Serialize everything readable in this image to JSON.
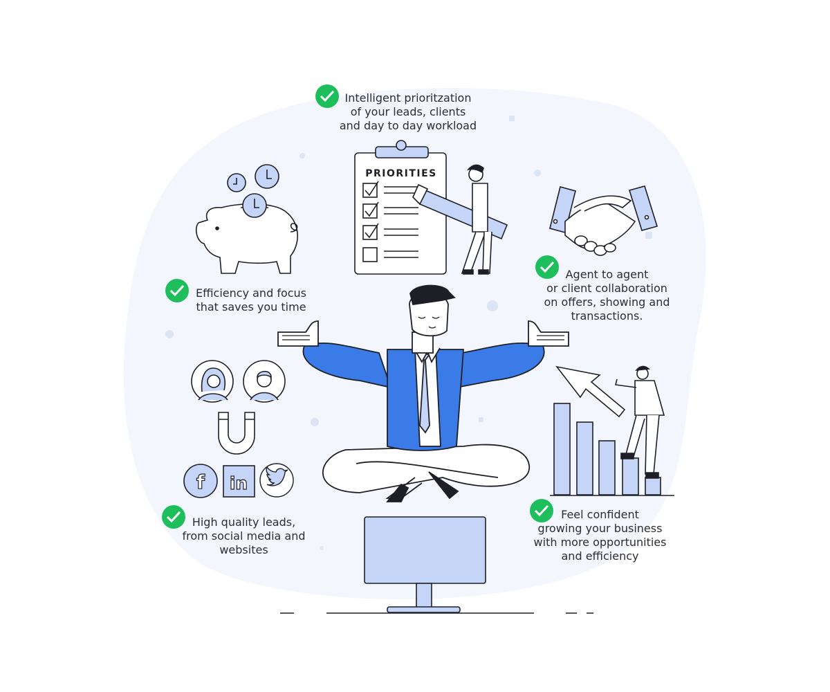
{
  "colors": {
    "blob": "#f3f7fd",
    "accent_blue": "#3a7be8",
    "light_blue": "#c5d5f7",
    "check_green": "#1fbe5c",
    "stroke": "#1e1f26"
  },
  "clipboard": {
    "title": "PRIORITIES"
  },
  "captions": {
    "prioritization": [
      "Intelligent prioritzation",
      "of your leads, clients",
      "and day to day workload"
    ],
    "efficiency": [
      "Efficiency and focus",
      "that saves you time"
    ],
    "collaboration": [
      "Agent to agent",
      "or client collaboration",
      "on offers, showing and",
      "transactions."
    ],
    "leads": [
      "High quality leads,",
      "from social media and",
      "websites"
    ],
    "confident": [
      "Feel confident",
      "growing your business",
      "with more opportunities",
      "and efficiency"
    ]
  },
  "icons": [
    "check-icon",
    "piggy-bank-icon",
    "clock-icon",
    "handshake-icon",
    "magnet-icon",
    "facebook-icon",
    "linkedin-icon",
    "twitter-icon",
    "bar-chart-icon",
    "monitor-icon",
    "clipboard-icon"
  ]
}
